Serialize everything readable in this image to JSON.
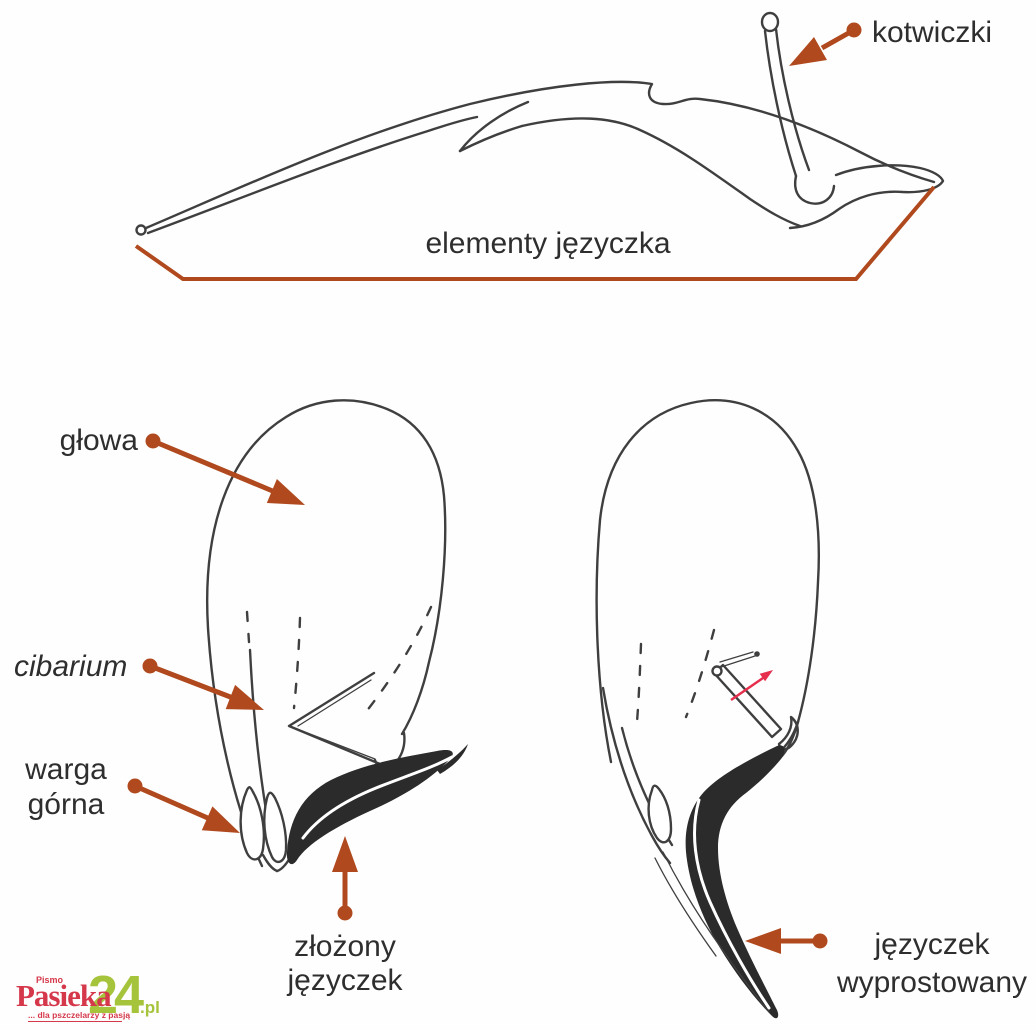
{
  "colors": {
    "accent": "#b04a1e",
    "pink": "#e62e4d",
    "ink": "#3f3f3f",
    "tongue": "#2b2b2b",
    "text": "#2e2e2e",
    "logo-red": "#d5384a",
    "logo-green": "#a6c33c"
  },
  "labels": {
    "kotwiczki": "kotwiczki",
    "elementy": "elementy języczka",
    "glowa": "głowa",
    "cibarium": "cibarium",
    "warga_line1": "warga",
    "warga_line2": "górna",
    "zlozony_line1": "złożony",
    "zlozony_line2": "języczek",
    "wyprostowany_line1": "języczek",
    "wyprostowany_line2": "wyprostowany"
  },
  "logo": {
    "pismo": "Pismo",
    "name": "Pasieka",
    "number": "24",
    "tld": ".pl",
    "tagline": "... dla pszczelarzy z pasją"
  }
}
